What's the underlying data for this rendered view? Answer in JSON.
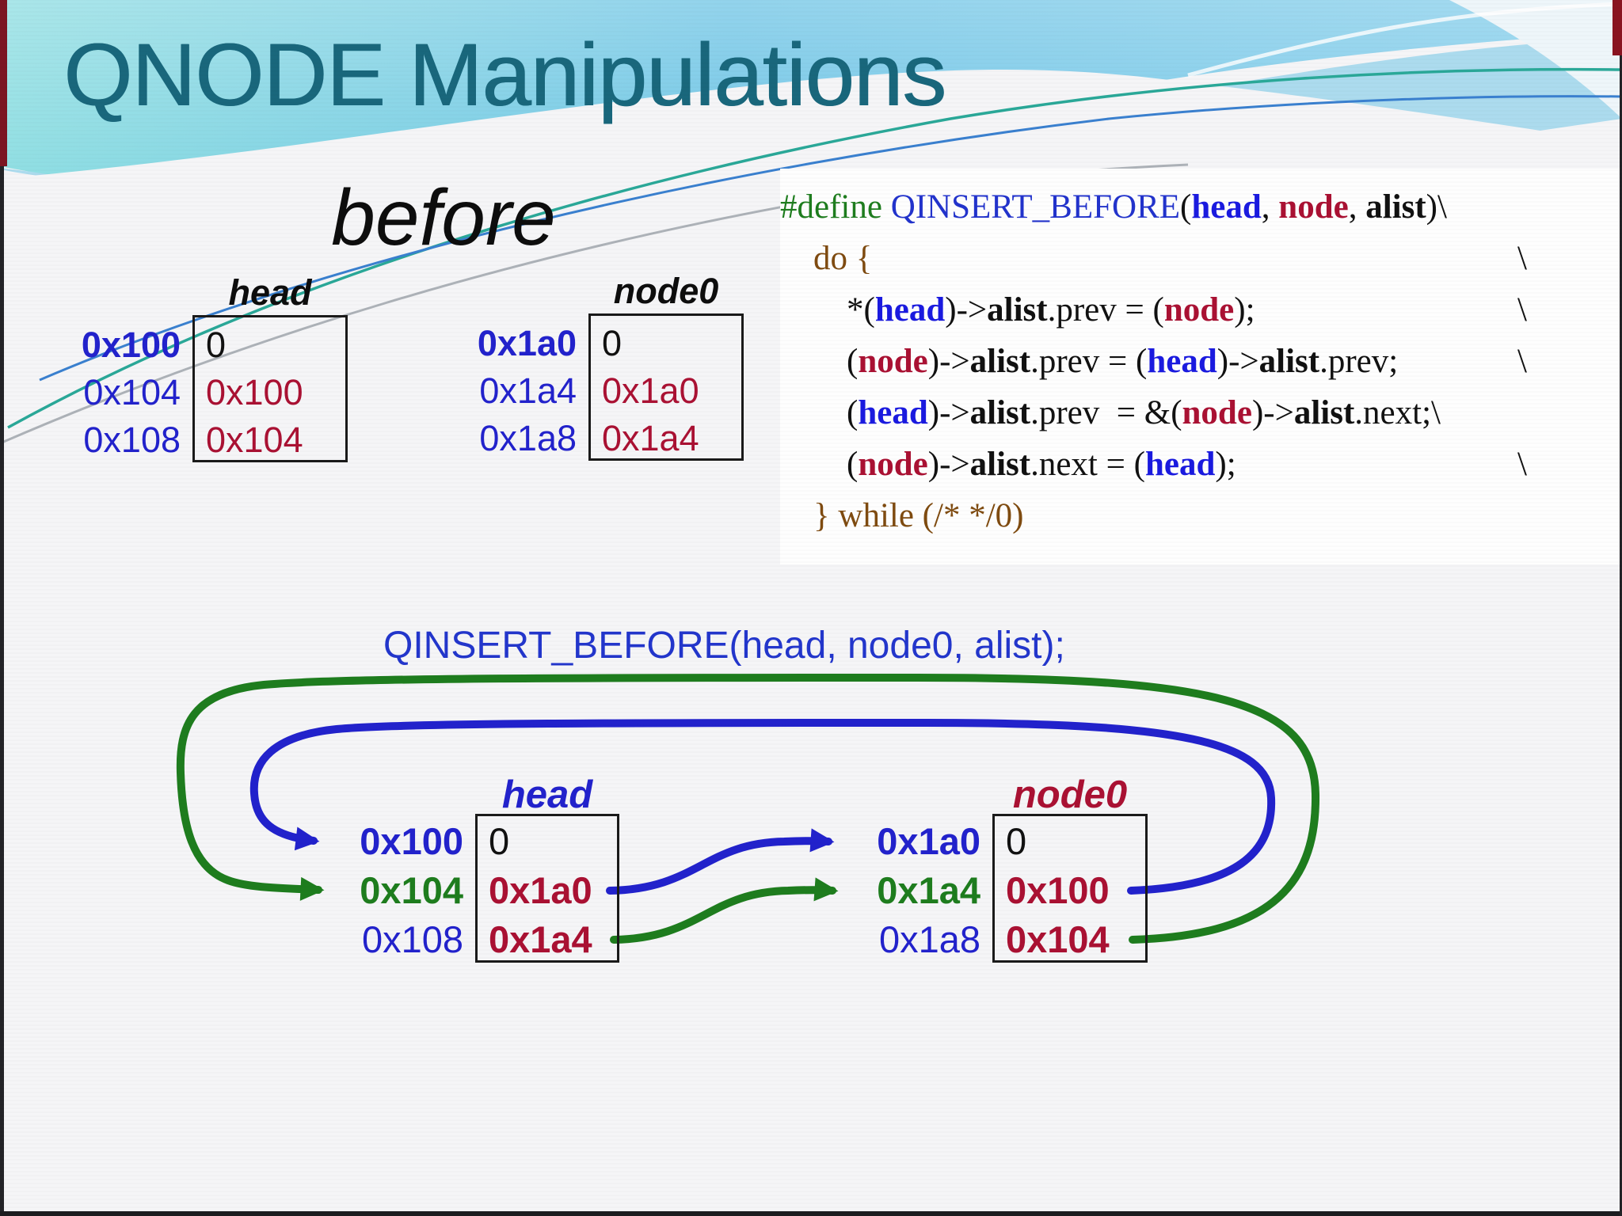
{
  "slide": {
    "title": "QNODE Manipulations",
    "before_label": "before",
    "call_line": "QINSERT_BEFORE(head, node0, alist);"
  },
  "palette": {
    "title_teal": "#19677c",
    "address_blue": "#2222cc",
    "value_dark_red": "#aa1133",
    "pointer_green": "#1e7d1e",
    "pointer_blue": "#2222cc",
    "keyword_brown": "#7f4b10",
    "macro_blue": "#2233cc",
    "define_green": "#1e7d1e",
    "wave_teal": "#7ed3e0",
    "wave_sky": "#6fc5e6"
  },
  "before": {
    "head": {
      "label": "head",
      "rows": [
        {
          "addr": "0x100",
          "value": "0"
        },
        {
          "addr": "0x104",
          "value": "0x100"
        },
        {
          "addr": "0x108",
          "value": "0x104"
        }
      ]
    },
    "node0": {
      "label": "node0",
      "rows": [
        {
          "addr": "0x1a0",
          "value": "0"
        },
        {
          "addr": "0x1a4",
          "value": "0x1a0"
        },
        {
          "addr": "0x1a8",
          "value": "0x1a4"
        }
      ]
    }
  },
  "after": {
    "head": {
      "label": "head",
      "rows": [
        {
          "addr": "0x100",
          "value": "0"
        },
        {
          "addr": "0x104",
          "value": "0x1a0"
        },
        {
          "addr": "0x108",
          "value": "0x1a4"
        }
      ]
    },
    "node0": {
      "label": "node0",
      "rows": [
        {
          "addr": "0x1a0",
          "value": "0"
        },
        {
          "addr": "0x1a4",
          "value": "0x100"
        },
        {
          "addr": "0x1a8",
          "value": "0x104"
        }
      ]
    }
  },
  "code": {
    "backslash": "\\",
    "lines": [
      {
        "tokens": [
          {
            "t": "#define ",
            "c": "g"
          },
          {
            "t": "QINSERT_BEFORE",
            "c": "b"
          },
          {
            "t": "(",
            "c": "k"
          },
          {
            "t": "head",
            "c": "hb"
          },
          {
            "t": ", ",
            "c": "k"
          },
          {
            "t": "node",
            "c": "nr"
          },
          {
            "t": ", ",
            "c": "k"
          },
          {
            "t": "alist",
            "c": "ab"
          },
          {
            "t": ")\\",
            "c": "k"
          }
        ]
      },
      {
        "tokens": [
          {
            "t": "do {",
            "c": "br"
          }
        ]
      },
      {
        "tokens": [
          {
            "t": "*(",
            "c": "k"
          },
          {
            "t": "head",
            "c": "hb"
          },
          {
            "t": ")->",
            "c": "k"
          },
          {
            "t": "alist",
            "c": "ab"
          },
          {
            "t": ".prev = (",
            "c": "k"
          },
          {
            "t": "node",
            "c": "nr"
          },
          {
            "t": ");",
            "c": "k"
          }
        ]
      },
      {
        "tokens": [
          {
            "t": "(",
            "c": "k"
          },
          {
            "t": "node",
            "c": "nr"
          },
          {
            "t": ")->",
            "c": "k"
          },
          {
            "t": "alist",
            "c": "ab"
          },
          {
            "t": ".prev = (",
            "c": "k"
          },
          {
            "t": "head",
            "c": "hb"
          },
          {
            "t": ")->",
            "c": "k"
          },
          {
            "t": "alist",
            "c": "ab"
          },
          {
            "t": ".prev;",
            "c": "k"
          }
        ]
      },
      {
        "tokens": [
          {
            "t": "(",
            "c": "k"
          },
          {
            "t": "head",
            "c": "hb"
          },
          {
            "t": ")->",
            "c": "k"
          },
          {
            "t": "alist",
            "c": "ab"
          },
          {
            "t": ".prev  = &(",
            "c": "k"
          },
          {
            "t": "node",
            "c": "nr"
          },
          {
            "t": ")->",
            "c": "k"
          },
          {
            "t": "alist",
            "c": "ab"
          },
          {
            "t": ".next;\\",
            "c": "k"
          }
        ]
      },
      {
        "tokens": [
          {
            "t": "(",
            "c": "k"
          },
          {
            "t": "node",
            "c": "nr"
          },
          {
            "t": ")->",
            "c": "k"
          },
          {
            "t": "alist",
            "c": "ab"
          },
          {
            "t": ".next = (",
            "c": "k"
          },
          {
            "t": "head",
            "c": "hb"
          },
          {
            "t": ");",
            "c": "k"
          }
        ]
      },
      {
        "tokens": [
          {
            "t": "} while (/* */0)",
            "c": "br"
          }
        ]
      }
    ]
  },
  "diagram": {
    "arrows": [
      {
        "name": "blue-s-curve-head-prev-to-node0",
        "color": "#2222cc"
      },
      {
        "name": "green-s-curve-head-next-to-node0",
        "color": "#1e7d1e"
      },
      {
        "name": "blue-outer-loop-node0-prev-to-head",
        "color": "#2222cc"
      },
      {
        "name": "green-outer-loop-node0-next-to-head",
        "color": "#1e7d1e"
      }
    ]
  }
}
